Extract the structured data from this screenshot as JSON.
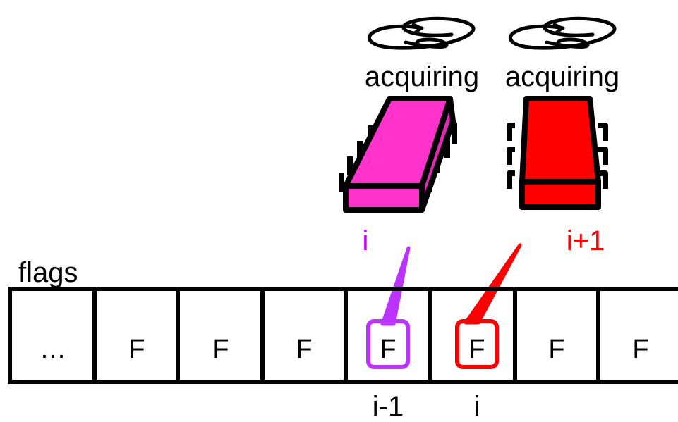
{
  "colors": {
    "thread_i": "#ff33cc",
    "thread_i_label": "#cc00ff",
    "thread_i_highlight": "#bb33ff",
    "thread_i1": "#ff0000",
    "outline": "#000000"
  },
  "threads": [
    {
      "status": "acquiring",
      "label": "i",
      "icon": "spinning-arrow-icon"
    },
    {
      "status": "acquiring",
      "label": "i+1",
      "icon": "spinning-arrow-icon"
    }
  ],
  "flags": {
    "title": "flags",
    "cells": [
      "…",
      "F",
      "F",
      "F",
      "F",
      "F",
      "F",
      "F"
    ],
    "highlighted_cells": [
      4,
      5
    ],
    "index_labels": [
      "i-1",
      "i"
    ]
  }
}
